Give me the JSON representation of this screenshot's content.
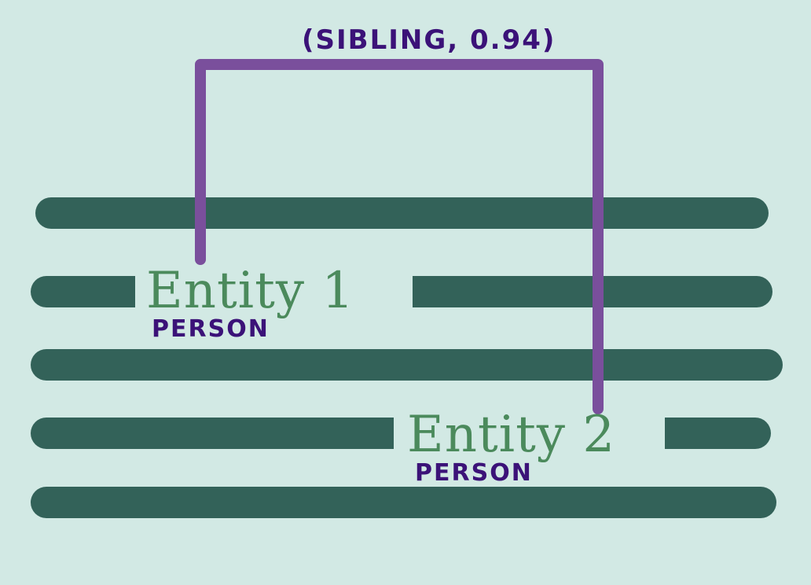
{
  "colors": {
    "background": "#d2e9e4",
    "text_line": "#336259",
    "entity_text": "#4b8a5c",
    "type_text": "#3b1278",
    "connector": "#7a4f9c"
  },
  "relation": {
    "label": "(SIBLING, 0.94)",
    "type": "SIBLING",
    "score": 0.94
  },
  "entities": [
    {
      "name": "Entity 1",
      "type": "PERSON"
    },
    {
      "name": "Entity 2",
      "type": "PERSON"
    }
  ]
}
